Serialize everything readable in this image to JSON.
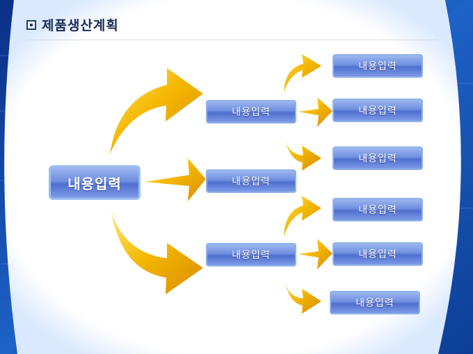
{
  "title": "제품생산계획",
  "root": {
    "label": "내용입력"
  },
  "mid": [
    {
      "label": "내용입력"
    },
    {
      "label": "내용입력"
    },
    {
      "label": "내용입력"
    }
  ],
  "leaves": [
    {
      "label": "내용입력"
    },
    {
      "label": "내용입력"
    },
    {
      "label": "내용입력"
    },
    {
      "label": "내용입력"
    },
    {
      "label": "내용입력"
    },
    {
      "label": "내용입력"
    }
  ],
  "colors": {
    "arrow": "#f2b400",
    "arrow_dark": "#d88f00",
    "node": "#6f8fe0",
    "frame": "#0a3a8c"
  },
  "icons": {
    "title": "square-bullet-icon"
  }
}
